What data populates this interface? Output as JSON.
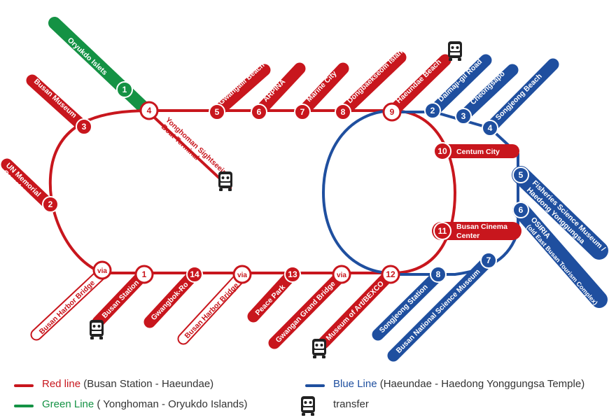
{
  "colors": {
    "red": "#c8161d",
    "blue": "#1f4f9f",
    "green": "#149244"
  },
  "red_stations": {
    "s1": {
      "num": "1",
      "name": "Busan Station"
    },
    "s2": {
      "num": "2",
      "name": "UN Memorial",
      "name2": "Cemetery"
    },
    "s3": {
      "num": "3",
      "name": "Busan Museum"
    },
    "s4": {
      "num": "4",
      "name": "Yonghoman Sightseeing",
      "name2": "Boat Terminal"
    },
    "s5": {
      "num": "5",
      "name": "Gwangalli Beach"
    },
    "s6": {
      "num": "6",
      "name": "ARPINA"
    },
    "s7": {
      "num": "7",
      "name": "Marine City"
    },
    "s8": {
      "num": "8",
      "name": "Dongbaekseom Island"
    },
    "s9": {
      "num": "9",
      "name": "Haeundae Beach"
    },
    "s10": {
      "num": "10",
      "name": "Centum City"
    },
    "s11": {
      "num": "11",
      "name": "Busan Cinema",
      "name2": "Center"
    },
    "s12": {
      "num": "12",
      "name": "Museum of Art/BEXCO"
    },
    "s13": {
      "num": "13",
      "name": "Peace Park"
    },
    "s14": {
      "num": "14",
      "name": "Gwangbok-Ro"
    }
  },
  "via_stops": {
    "v1": {
      "label": "via",
      "name": "Busan Harbor Bridge"
    },
    "v2": {
      "label": "via",
      "name": "Busan Harbor Bridge"
    },
    "v3": {
      "label": "via",
      "name": "Gwangan Grand Bridge"
    }
  },
  "blue_stations": {
    "b2": {
      "num": "2",
      "name": "Dalmaji-gil Road"
    },
    "b3": {
      "num": "3",
      "name": "Cheongsapo"
    },
    "b4": {
      "num": "4",
      "name": "Songjeong Beach"
    },
    "b5": {
      "num": "5",
      "name": "Fisheries Science Museum /",
      "name2": "Haedong Yonggungsa"
    },
    "b6": {
      "num": "6",
      "name": "OSIRIA",
      "name2": "(old East Busan Tourism Complex)"
    },
    "b7": {
      "num": "7",
      "name": "Busan National Science Museum"
    },
    "b8": {
      "num": "8",
      "name": "Songjeong Station"
    }
  },
  "green_stations": {
    "g1": {
      "num": "1",
      "name": "Oryukdo Islets"
    }
  },
  "legend": {
    "red": {
      "title": "Red line",
      "desc": "(Busan Station - Haeundae)"
    },
    "green": {
      "title": "Green Line",
      "desc": "( Yonghoman - Oryukdo Islands)"
    },
    "blue": {
      "title": "Blue Line",
      "desc": "(Haeundae - Haedong Yonggungsa Temple)"
    },
    "transfer": {
      "label": "transfer"
    }
  },
  "icons": [
    "bus-transfer-icon"
  ]
}
